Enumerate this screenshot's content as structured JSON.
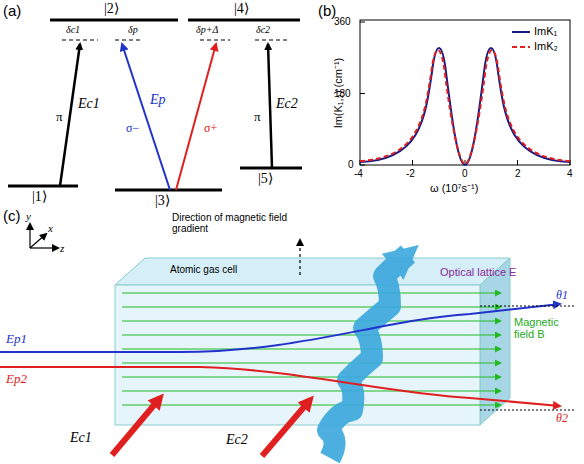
{
  "diagram": {
    "labels": [
      "(a)",
      "|2⟩",
      "|4⟩",
      "δc1",
      "δp",
      "δp+Δ",
      "δc2",
      "Ec1",
      "π",
      "σ−",
      "Ep",
      "σ+",
      "π",
      "Ec2",
      "|1⟩",
      "|3⟩",
      "|5⟩",
      "(b)",
      "360",
      "180",
      "0",
      "-4",
      "-2",
      "0",
      "2",
      "4",
      "Im(K₁,₂) (cm⁻¹)",
      "ω (10⁷s⁻¹)",
      "(c)",
      "y",
      "x",
      "z",
      "Direction of magnetic field gradient",
      "Atomic gas cell",
      "Optical lattice E",
      "Magnetic field B",
      "Ep1",
      "Ep2",
      "θ1",
      "θ2",
      "Ec1",
      "Ec2"
    ],
    "legend": [
      {
        "text": "ImK₁"
      },
      {
        "text": "ImK₂"
      }
    ]
  }
}
